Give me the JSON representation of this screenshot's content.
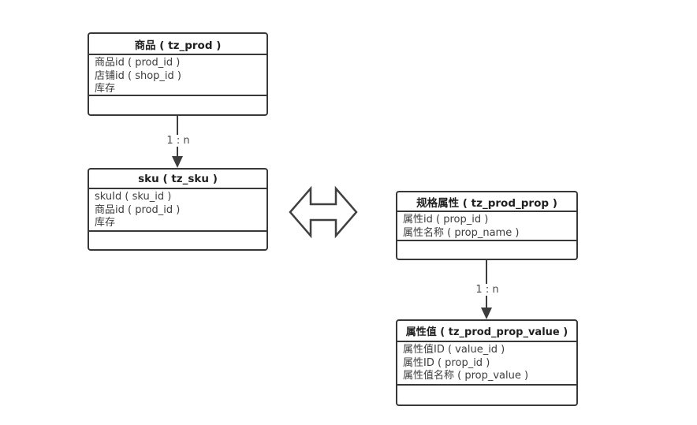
{
  "diagram": {
    "type": "entity-relationship",
    "background": "#ffffff",
    "colors": {
      "border": "#383838",
      "field_text": "#3d3d3d",
      "title_text": "#1f1f1f",
      "connector": "#3d3d3d"
    },
    "entities": [
      {
        "title": "商品 ( tz_prod )",
        "fields": [
          "商品id ( prod_id )",
          "店铺id ( shop_id )",
          "库存"
        ]
      },
      {
        "title": "sku ( tz_sku )",
        "fields": [
          "skuId ( sku_id )",
          "商品id ( prod_id )",
          "库存"
        ]
      },
      {
        "title": "规格属性 ( tz_prod_prop )",
        "fields": [
          "属性id ( prop_id )",
          "属性名称 ( prop_name )"
        ]
      },
      {
        "title": "属性值 ( tz_prod_prop_value )",
        "fields": [
          "属性值ID ( value_id )",
          "属性ID ( prop_id )",
          "属性值名称 ( prop_value )"
        ]
      }
    ],
    "connectors": [
      {
        "from": "商品 ( tz_prod )",
        "to": "sku ( tz_sku )",
        "label": "1 : n"
      },
      {
        "from": "规格属性 ( tz_prod_prop )",
        "to": "属性值 ( tz_prod_prop_value )",
        "label": "1 : n"
      }
    ],
    "relation_symbol": "double-headed-arrow"
  }
}
